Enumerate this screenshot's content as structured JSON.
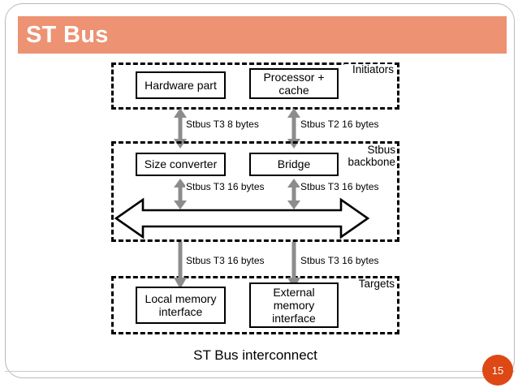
{
  "slide": {
    "title": "ST Bus",
    "page_number": "15",
    "caption": "ST Bus interconnect",
    "accent_color": "#ed9272",
    "badge_color": "#dd4814"
  },
  "diagram": {
    "groups": [
      {
        "id": "initiators",
        "label": "Initiators"
      },
      {
        "id": "backbone",
        "label": "Stbus\nbackbone"
      },
      {
        "id": "targets",
        "label": "Targets"
      }
    ],
    "nodes": [
      {
        "id": "hardware-part",
        "label": "Hardware part"
      },
      {
        "id": "processor-cache",
        "label": "Processor +\ncache"
      },
      {
        "id": "size-converter",
        "label": "Size converter"
      },
      {
        "id": "bridge",
        "label": "Bridge"
      },
      {
        "id": "local-memory-interface",
        "label": "Local memory\ninterface"
      },
      {
        "id": "external-memory-interface",
        "label": "External\nmemory\ninterface"
      }
    ],
    "edge_labels": [
      {
        "id": "hw-to-backbone",
        "text": "Stbus T3 8 bytes"
      },
      {
        "id": "proc-to-backbone",
        "text": "Stbus T2 16 bytes"
      },
      {
        "id": "sizeconv-to-bus",
        "text": "Stbus T3 16 bytes"
      },
      {
        "id": "bridge-to-bus",
        "text": "Stbus T3 16 bytes"
      },
      {
        "id": "bus-to-localmem",
        "text": "Stbus T3 16 bytes"
      },
      {
        "id": "bus-to-extmem",
        "text": "Stbus T3 16 bytes"
      }
    ]
  }
}
